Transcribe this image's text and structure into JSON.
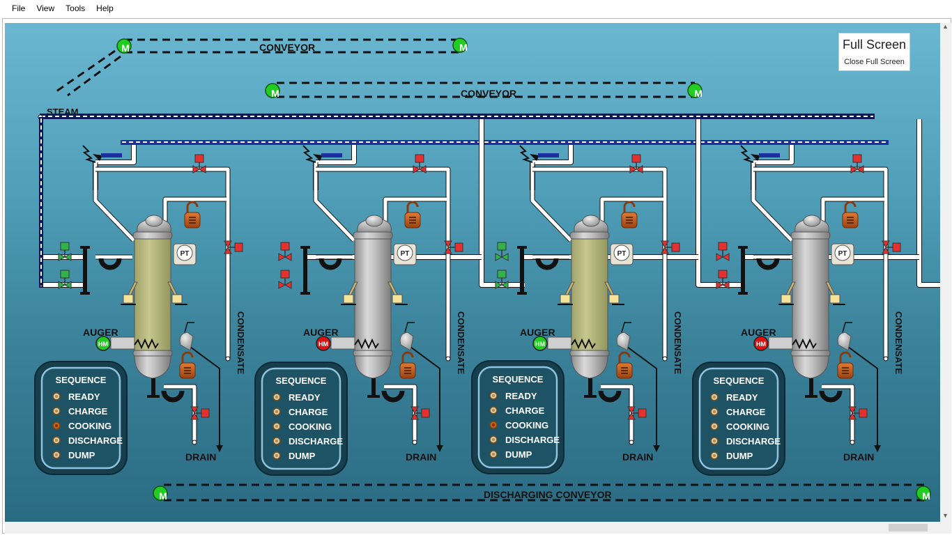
{
  "menu": [
    "File",
    "View",
    "Tools",
    "Help"
  ],
  "fullscreen": {
    "title": "Full Screen",
    "close": "Close Full Screen"
  },
  "labels": {
    "conveyor_top": "CONVEYOR",
    "conveyor_mid": "CONVEYOR",
    "steam": "STEAM",
    "discharging": "DISCHARGING CONVEYOR",
    "motor": "M",
    "auger": "AUGER",
    "hm": "HM",
    "condensate": "CONDENSATE",
    "drain": "DRAIN",
    "pt": "PT"
  },
  "sequence": {
    "title": "SEQUENCE",
    "steps": [
      "READY",
      "CHARGE",
      "COOKING",
      "DISCHARGE",
      "DUMP"
    ]
  },
  "units": [
    {
      "id": 1,
      "auger_motor": "running",
      "inlet_valves": "open",
      "vessel_fill": "filled",
      "active_step": "COOKING"
    },
    {
      "id": 2,
      "auger_motor": "stopped",
      "inlet_valves": "closed",
      "vessel_fill": "empty",
      "active_step": ""
    },
    {
      "id": 3,
      "auger_motor": "running",
      "inlet_valves": "open",
      "vessel_fill": "filled",
      "active_step": "COOKING"
    },
    {
      "id": 4,
      "auger_motor": "stopped",
      "inlet_valves": "closed",
      "vessel_fill": "empty",
      "active_step": ""
    }
  ],
  "colors": {
    "running": "#22cc22",
    "stopped": "#dd1111",
    "valve_open": "#2fb34a",
    "valve_closed": "#e53030",
    "step_active": "#c8601a",
    "step_idle": "#d8c8a0"
  }
}
